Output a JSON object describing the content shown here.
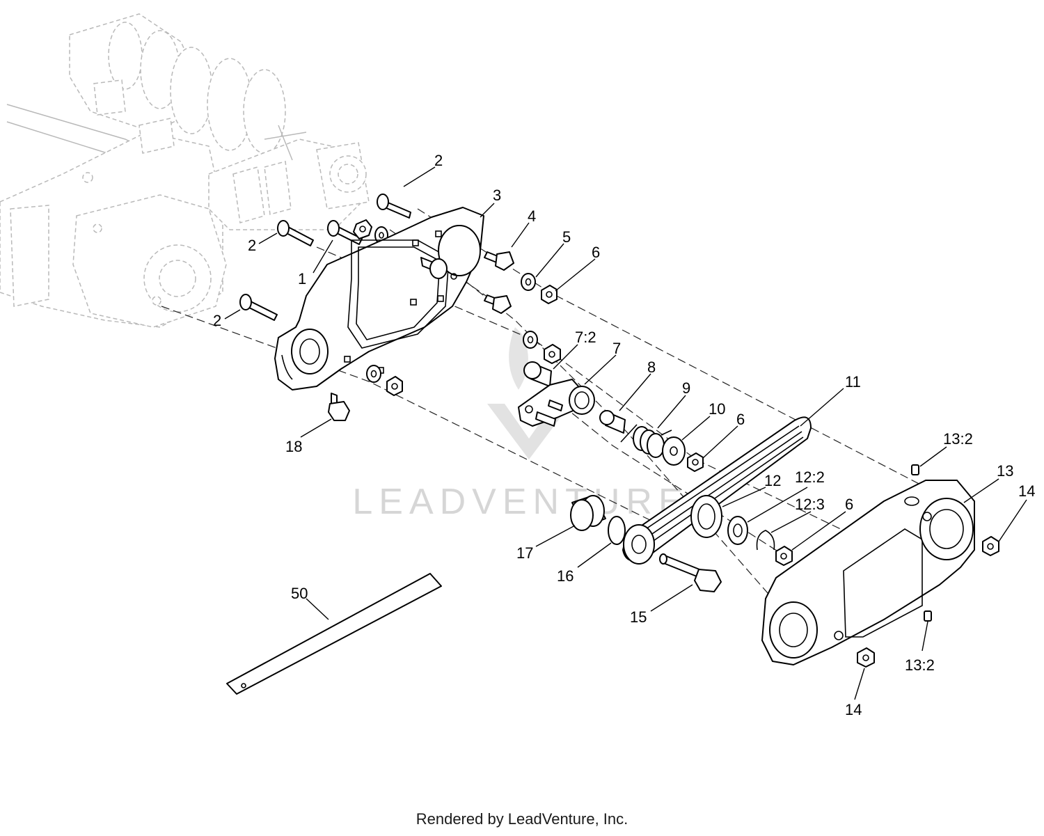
{
  "diagram": {
    "watermark_text": "LEADVENTURE",
    "callouts": [
      {
        "id": "c1",
        "text": "1"
      },
      {
        "id": "c2a",
        "text": "2"
      },
      {
        "id": "c2b",
        "text": "2"
      },
      {
        "id": "c2c",
        "text": "2"
      },
      {
        "id": "c3",
        "text": "3"
      },
      {
        "id": "c4",
        "text": "4"
      },
      {
        "id": "c5",
        "text": "5"
      },
      {
        "id": "c6a",
        "text": "6"
      },
      {
        "id": "c6b",
        "text": "6"
      },
      {
        "id": "c6c",
        "text": "6"
      },
      {
        "id": "c72",
        "text": "7:2"
      },
      {
        "id": "c7",
        "text": "7"
      },
      {
        "id": "c8",
        "text": "8"
      },
      {
        "id": "c9",
        "text": "9"
      },
      {
        "id": "c10",
        "text": "10"
      },
      {
        "id": "c11",
        "text": "11"
      },
      {
        "id": "c12",
        "text": "12"
      },
      {
        "id": "c122",
        "text": "12:2"
      },
      {
        "id": "c123",
        "text": "12:3"
      },
      {
        "id": "c132a",
        "text": "13:2"
      },
      {
        "id": "c13",
        "text": "13"
      },
      {
        "id": "c14a",
        "text": "14"
      },
      {
        "id": "c14b",
        "text": "14"
      },
      {
        "id": "c132b",
        "text": "13:2"
      },
      {
        "id": "c15",
        "text": "15"
      },
      {
        "id": "c16",
        "text": "16"
      },
      {
        "id": "c17",
        "text": "17"
      },
      {
        "id": "c18",
        "text": "18"
      },
      {
        "id": "c50",
        "text": "50"
      }
    ]
  },
  "footer": {
    "text": "Rendered by LeadVenture, Inc."
  }
}
